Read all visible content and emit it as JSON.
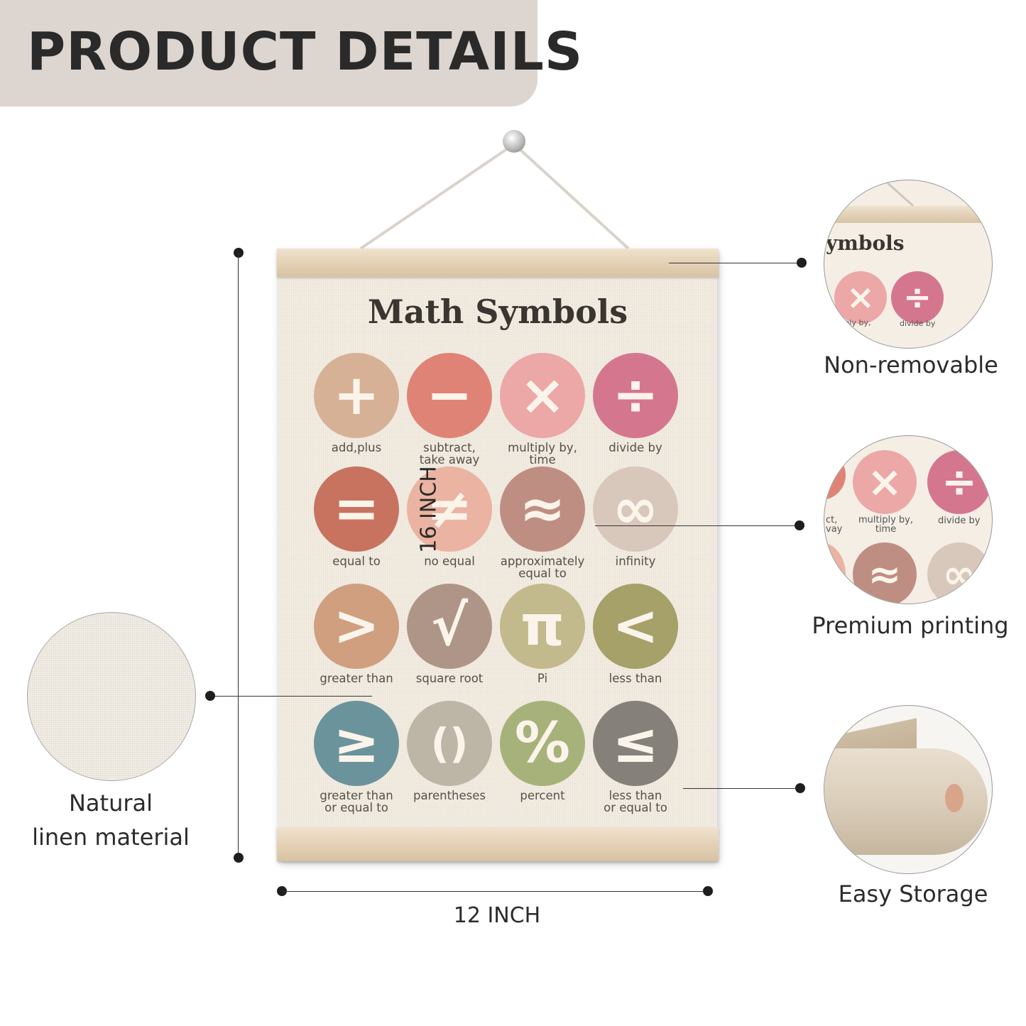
{
  "header": {
    "title": "PRODUCT DETAILS"
  },
  "poster": {
    "title": "Math Symbols",
    "symbols": [
      {
        "glyph": "+",
        "label": "add,plus",
        "color": "#d7b195"
      },
      {
        "glyph": "−",
        "label": "subtract,\ntake away",
        "color": "#e08377"
      },
      {
        "glyph": "×",
        "label": "multiply by,\ntime",
        "color": "#eca7a7"
      },
      {
        "glyph": "÷",
        "label": "divide by",
        "color": "#d5768f"
      },
      {
        "glyph": "=",
        "label": "equal to",
        "color": "#c77360"
      },
      {
        "glyph": "≠",
        "label": "no equal",
        "color": "#ebb3a1"
      },
      {
        "glyph": "≈",
        "label": "approximately\nequal to",
        "color": "#bf8e82"
      },
      {
        "glyph": "∞",
        "label": "infinity",
        "color": "#d8c7bb"
      },
      {
        "glyph": ">",
        "label": "greater than",
        "color": "#cf9f80"
      },
      {
        "glyph": "√",
        "label": "square root",
        "color": "#af9587"
      },
      {
        "glyph": "π",
        "label": "Pi",
        "color": "#c2b98c"
      },
      {
        "glyph": "<",
        "label": "less than",
        "color": "#a6a069"
      },
      {
        "glyph": "≥",
        "label": "greater than\nor equal to",
        "color": "#6b939b"
      },
      {
        "glyph": "()",
        "label": "parentheses",
        "color": "#bdb5a6"
      },
      {
        "glyph": "%",
        "label": "percent",
        "color": "#a6b27a"
      },
      {
        "glyph": "≤",
        "label": "less than\nor equal to",
        "color": "#858079"
      }
    ]
  },
  "dimensions": {
    "height": "16 INCH",
    "width": "12 INCH"
  },
  "features": {
    "non_removable": {
      "label": "Non-removable",
      "zoom_title": "ymbols",
      "zoom_caption_1": "ltiply by,\nme",
      "zoom_caption_2": "divide by"
    },
    "premium_printing": {
      "label": "Premium printing",
      "zoom_caption_1": "ct,\nvay",
      "zoom_caption_2": "multiply by,\ntime",
      "zoom_caption_3": "divide by"
    },
    "linen": {
      "label": "Natural\nlinen material"
    },
    "storage": {
      "label": "Easy Storage"
    }
  }
}
